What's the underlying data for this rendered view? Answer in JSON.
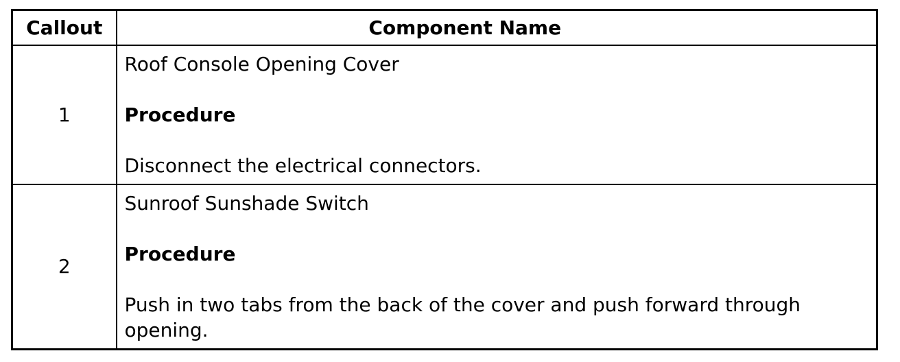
{
  "table": {
    "headers": {
      "callout": "Callout",
      "component": "Component Name"
    },
    "rows": [
      {
        "callout": "1",
        "name": "Roof Console Opening Cover",
        "procedure_label": "Procedure",
        "description": "Disconnect the electrical connectors."
      },
      {
        "callout": "2",
        "name": "Sunroof Sunshade Switch",
        "procedure_label": "Procedure",
        "description": "Push in two tabs from the back of the cover and push forward through opening."
      }
    ]
  }
}
